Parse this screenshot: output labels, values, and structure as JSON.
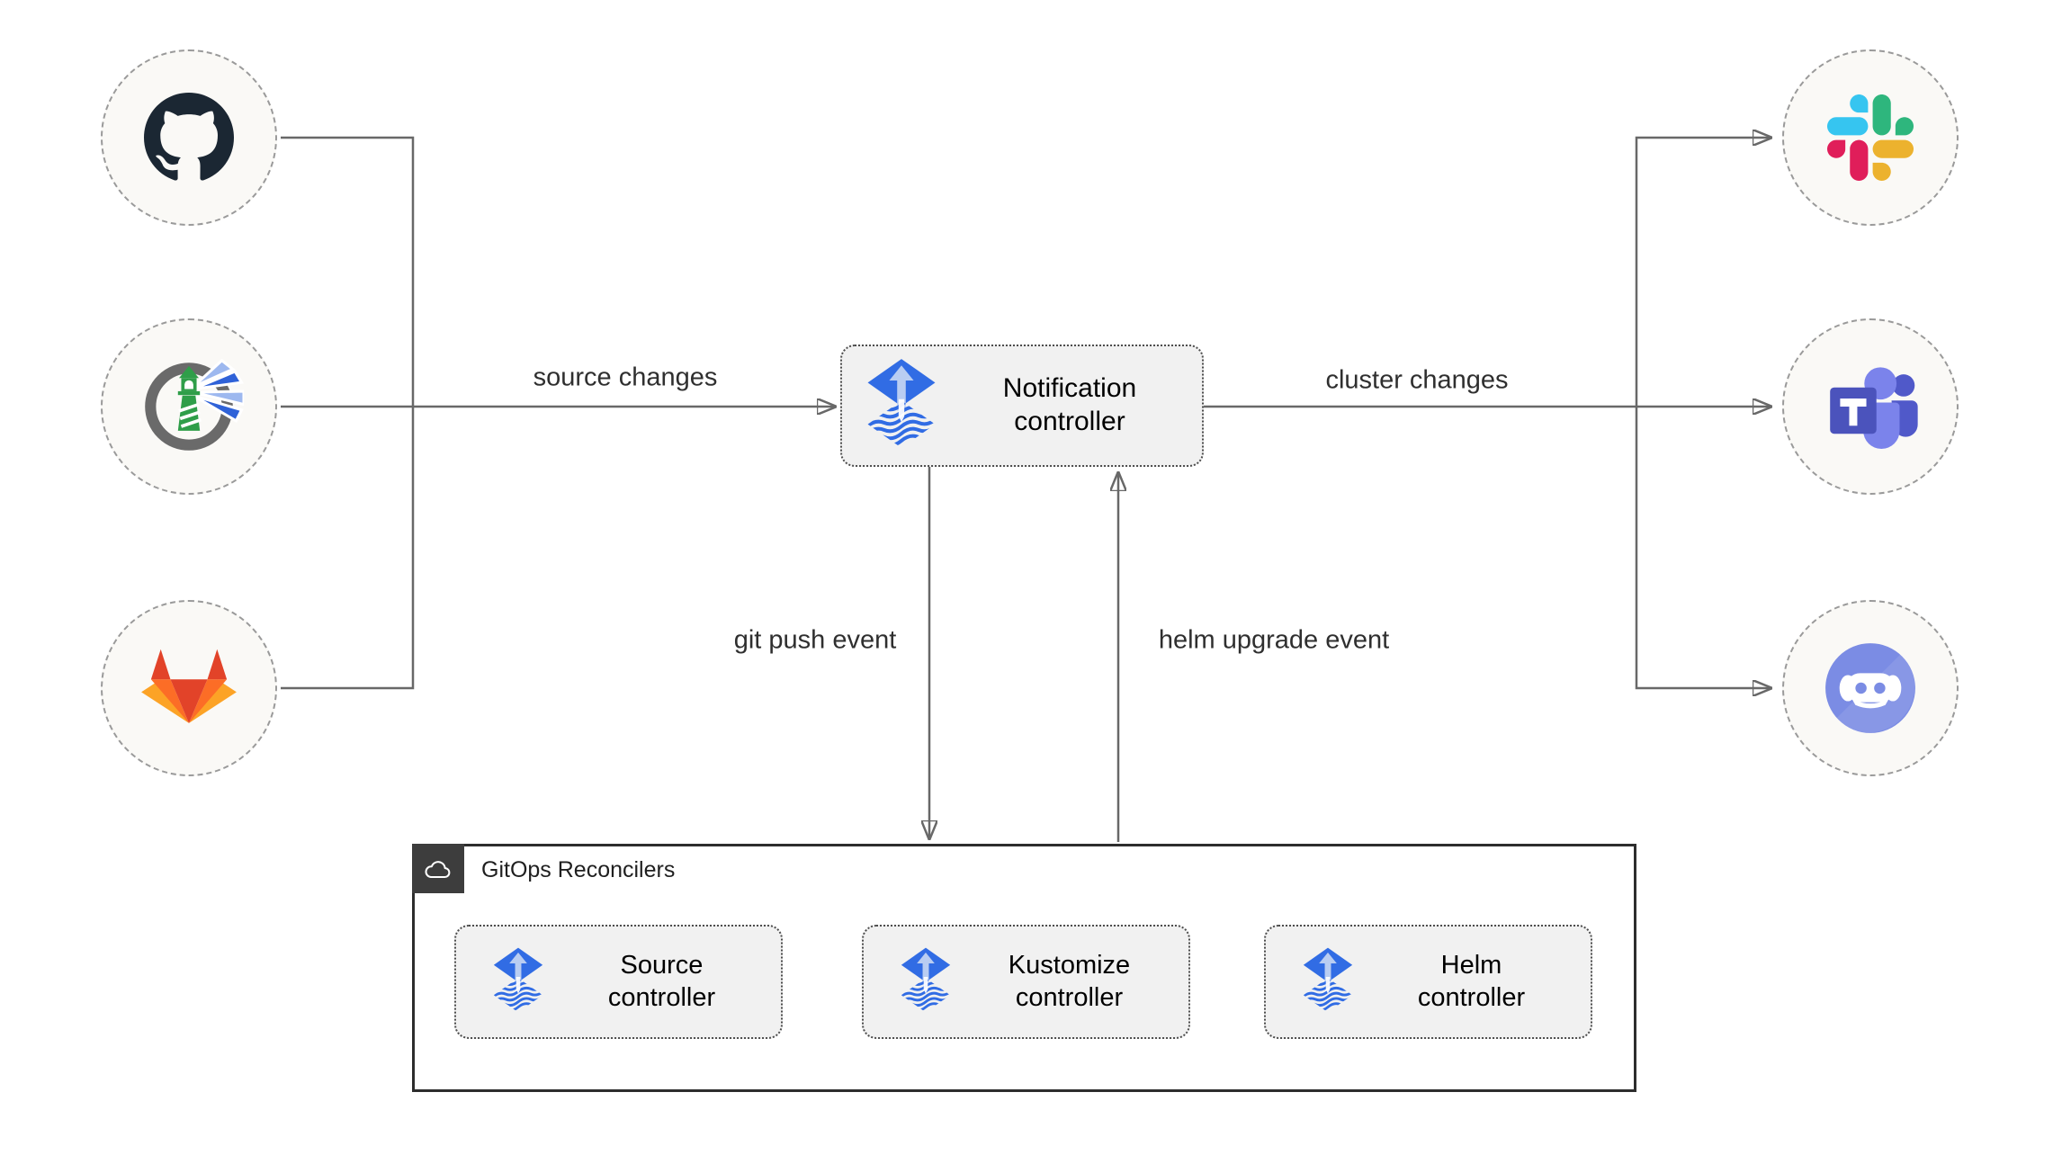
{
  "diagram": {
    "notification": {
      "label": "Notification controller",
      "icon": "flux-icon"
    },
    "edges": {
      "source_changes": "source changes",
      "cluster_changes": "cluster changes",
      "git_push": "git push event",
      "helm_upgrade": "helm upgrade event"
    },
    "nodes": {
      "left": [
        {
          "icon": "github-icon"
        },
        {
          "icon": "harbor-icon"
        },
        {
          "icon": "gitlab-icon"
        }
      ],
      "right": [
        {
          "icon": "slack-icon"
        },
        {
          "icon": "teams-icon"
        },
        {
          "icon": "discord-icon"
        }
      ]
    },
    "group": {
      "title": "GitOps Reconcilers",
      "icon": "cloud-icon",
      "controllers": [
        {
          "label": "Source controller",
          "icon": "flux-icon"
        },
        {
          "label": "Kustomize controller",
          "icon": "flux-icon"
        },
        {
          "label": "Helm controller",
          "icon": "flux-icon"
        }
      ]
    },
    "colors": {
      "vars": {
        "line": "#686868",
        "flux-blue": "#316ce4",
        "flux-arrow": "#b9cdf2",
        "box-fill": "#f1f1f1",
        "box-border": "#4d4d4d",
        "group-border": "#2d2d2d",
        "tab-bg": "#3d3d3d",
        "circle-fill": "#faf9f6",
        "circle-border": "#9a9a9a",
        "label-text": "#2f2f2f",
        "title-text": "#1f1f1f"
      },
      "brand": {
        "github": "#1b2733",
        "harbor_green": "#2f9e49",
        "harbor_ring": "#6a6a6a",
        "harbor_beam_light": "#9db8ef",
        "harbor_beam_dark": "#2f62d8",
        "gitlab": [
          "#E24329",
          "#FC6D26",
          "#FCA326"
        ],
        "slack": [
          "#36C5F0",
          "#2EB67D",
          "#ECB22E",
          "#E01E5A"
        ],
        "teams": [
          "#7B83EB",
          "#5059C9",
          "#4B53BC"
        ],
        "discord": "#7b8ce4"
      }
    }
  }
}
